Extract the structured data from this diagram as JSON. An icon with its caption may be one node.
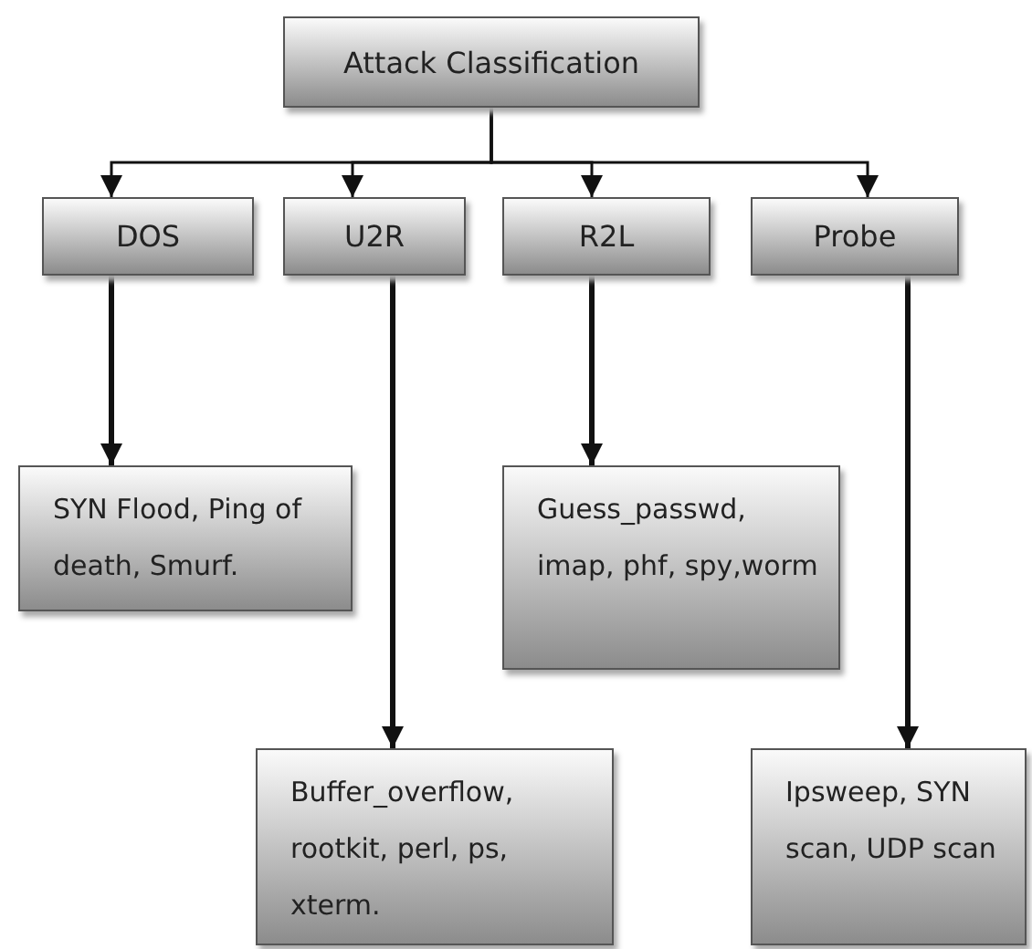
{
  "diagram": {
    "nodes": [
      {
        "text": [
          "Attack Classification"
        ]
      },
      {
        "text": [
          "DOS"
        ]
      },
      {
        "text": [
          "U2R"
        ]
      },
      {
        "text": [
          "R2L"
        ]
      },
      {
        "text": [
          "Probe"
        ]
      },
      {
        "text": [
          "SYN Flood, Ping of death, Smurf."
        ]
      },
      {
        "text": [
          "Guess_passwd, imap, phf, spy,worm"
        ]
      },
      {
        "text": [
          "Buffer_overflow, rootkit, perl, ps, xterm."
        ]
      },
      {
        "text": [
          "Ipsweep, SYN scan, UDP scan"
        ]
      }
    ],
    "edges": [
      {
        "from": 0,
        "to": 1,
        "arrow": "to"
      },
      {
        "from": 0,
        "to": 2,
        "arrow": "to"
      },
      {
        "from": 0,
        "to": 3,
        "arrow": "to"
      },
      {
        "from": 0,
        "to": 4,
        "arrow": "to"
      },
      {
        "from": 1,
        "to": 5,
        "arrow": "to",
        "style": "thick"
      },
      {
        "from": 3,
        "to": 6,
        "arrow": "to",
        "style": "thick"
      },
      {
        "from": 2,
        "to": 7,
        "arrow": "to",
        "style": "thick"
      },
      {
        "from": 4,
        "to": 8,
        "arrow": "to",
        "style": "thick"
      }
    ]
  }
}
